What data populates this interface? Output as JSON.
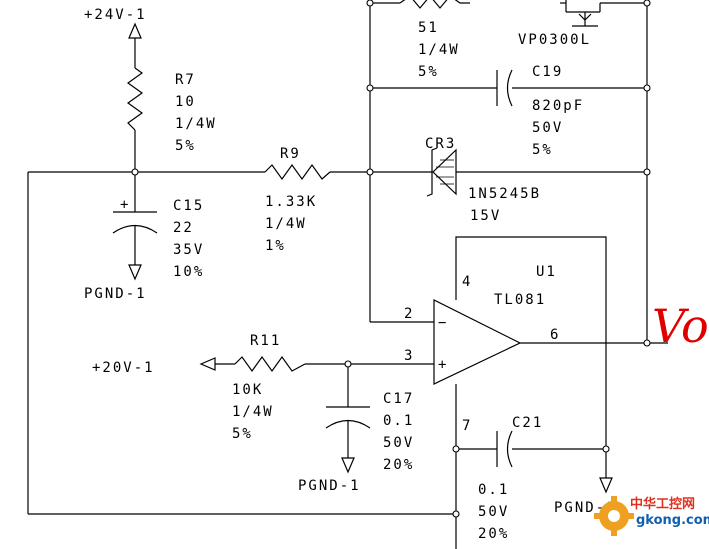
{
  "nets": {
    "plus24": "+24V-1",
    "plus20": "+20V-1",
    "pgnd_c15": "PGND-1",
    "pgnd_c17": "PGND-1",
    "pgnd_c21": "PGND-1"
  },
  "components": {
    "r_top": {
      "ref": "51",
      "power": "1/4W",
      "tol": "5%"
    },
    "q_top": {
      "part": "VP0300L"
    },
    "c19": {
      "ref": "C19",
      "value": "820pF",
      "volt": "50V",
      "tol": "5%"
    },
    "r7": {
      "ref": "R7",
      "value": "10",
      "power": "1/4W",
      "tol": "5%"
    },
    "r9": {
      "ref": "R9",
      "value": "1.33K",
      "power": "1/4W",
      "tol": "1%"
    },
    "cr3": {
      "ref": "CR3",
      "part": "1N5245B",
      "volt": "15V"
    },
    "c15": {
      "ref": "C15",
      "plus": "+",
      "value": "22",
      "volt": "35V",
      "tol": "10%"
    },
    "u1": {
      "ref": "U1",
      "part": "TL081",
      "pin4": "4",
      "pin2": "2",
      "pin3": "3",
      "pin6": "6",
      "pin7": "7",
      "minus": "−",
      "plus": "+"
    },
    "r11": {
      "ref": "R11",
      "value": "10K",
      "power": "1/4W",
      "tol": "5%"
    },
    "c17": {
      "ref": "C17",
      "value": "0.1",
      "volt": "50V",
      "tol": "20%"
    },
    "c21": {
      "ref": "C21",
      "value": "0.1",
      "volt": "50V",
      "tol": "20%"
    }
  },
  "annotation": {
    "output": "Vo"
  },
  "watermark": {
    "line1": "中华工控网",
    "line2": "gkong.com"
  },
  "colors": {
    "ink": "#000000",
    "annotation": "#e00000",
    "watermark": "#f0a020"
  }
}
